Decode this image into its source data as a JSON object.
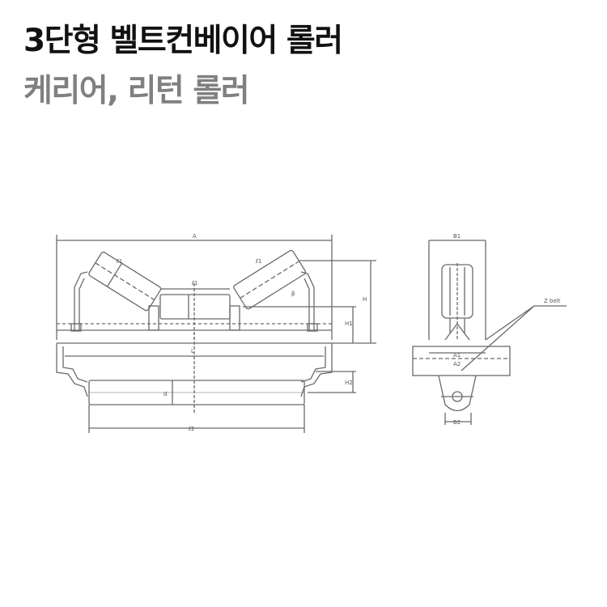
{
  "header": {
    "title": "3단형 벨트컨베이어 롤러",
    "subtitle": "케리어, 리턴 롤러"
  },
  "colors": {
    "title": "#111111",
    "subtitle": "#808080",
    "line": "#6a6a6a",
    "background": "#ffffff"
  },
  "drawing": {
    "front_view": {
      "labels": {
        "overall_width": "A",
        "wing_roll_length_left": "ℓ1",
        "center_roll_length": "ℓ1",
        "wing_roll_length_right": "ℓ1",
        "height": "H",
        "base_height": "H1",
        "angle": "β",
        "return_span": "L",
        "return_roll_length": "ℓ2",
        "return_roll_diameter": "d",
        "return_height": "H2"
      }
    },
    "side_view": {
      "labels": {
        "top_width": "B1",
        "belt_note": "Z belt",
        "a1": "A1",
        "a2": "A2",
        "bottom_width": "B2"
      }
    }
  }
}
